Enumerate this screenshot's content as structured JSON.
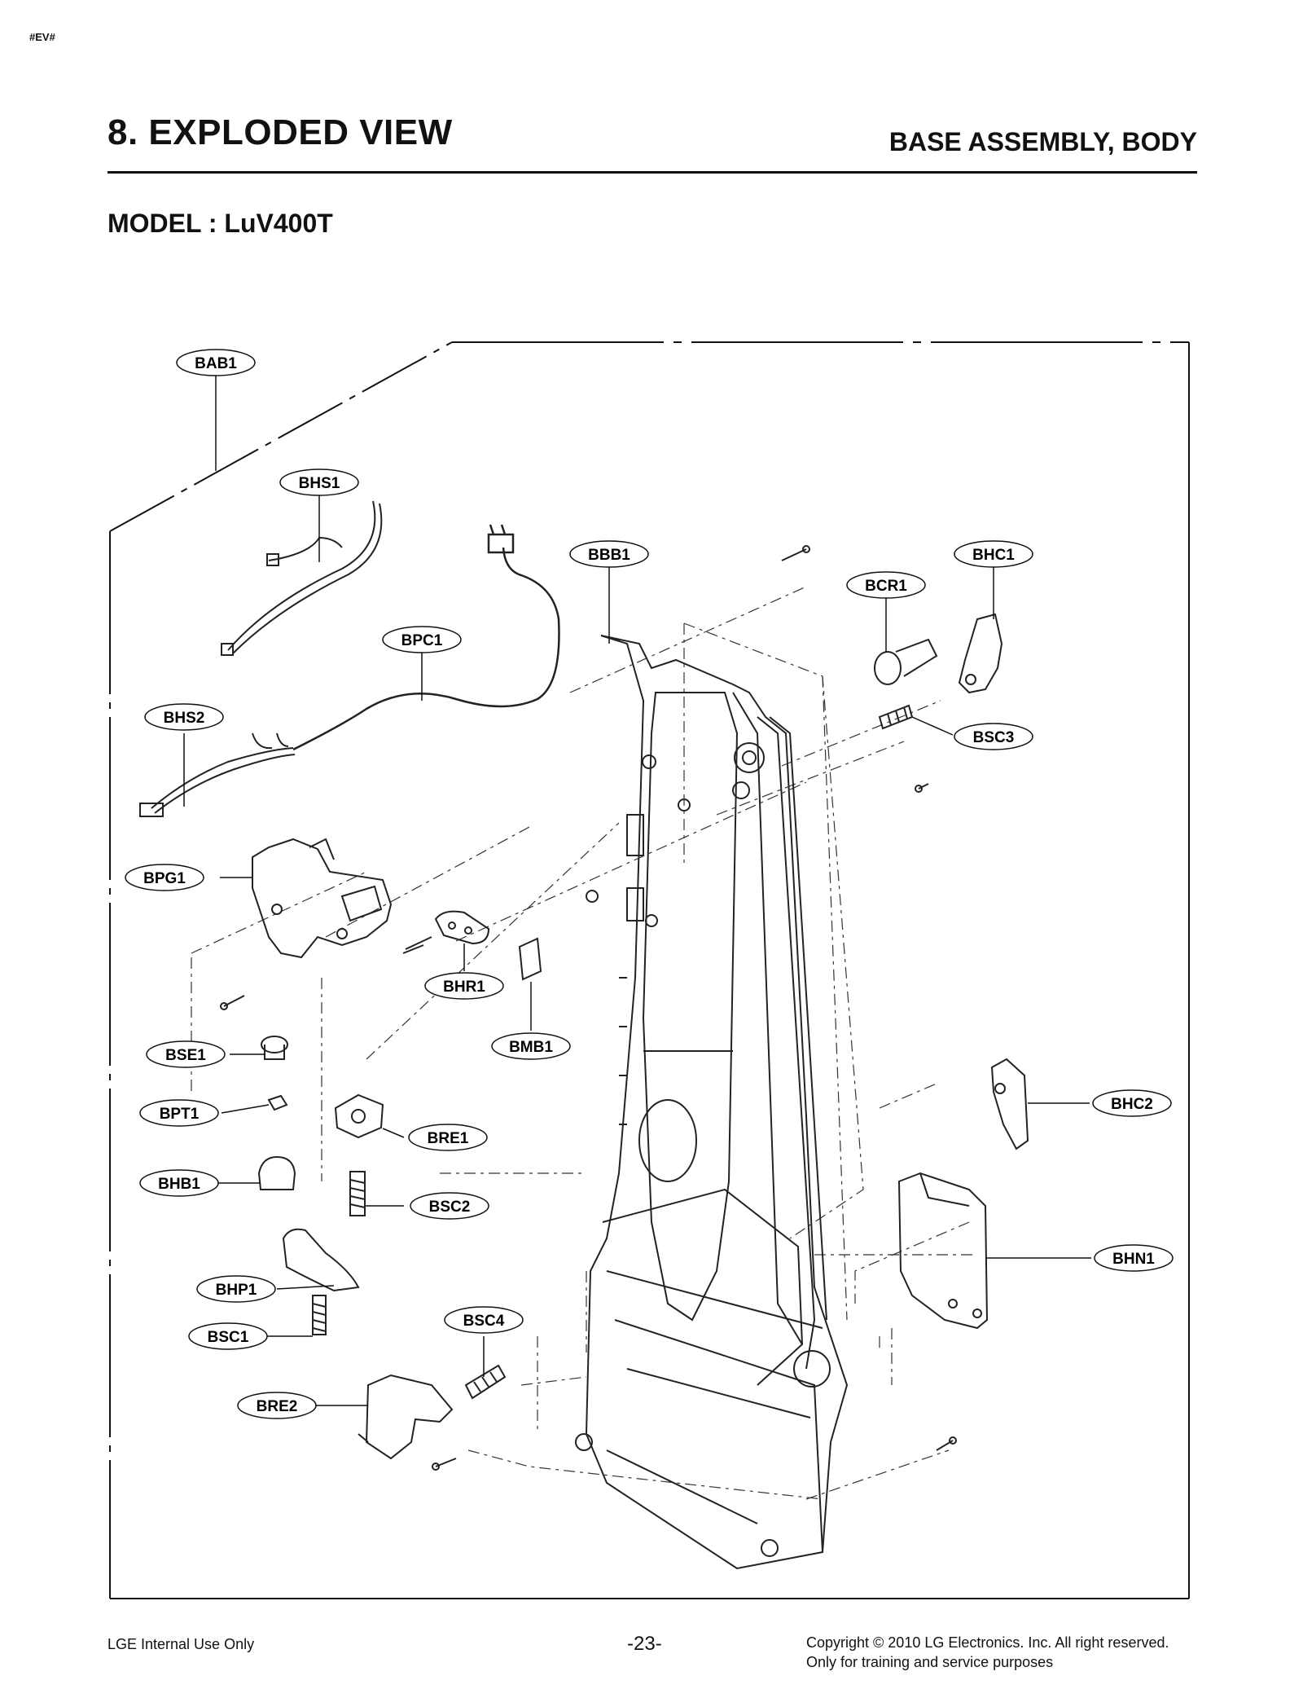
{
  "header": {
    "tag": "#EV#",
    "title": "8. EXPLODED VIEW",
    "subtitle": "BASE ASSEMBLY, BODY",
    "model": "MODEL : LuV400T"
  },
  "labels": {
    "BAB1": "BAB1",
    "BHS1": "BHS1",
    "BBB1": "BBB1",
    "BHC1": "BHC1",
    "BCR1": "BCR1",
    "BPC1": "BPC1",
    "BHS2": "BHS2",
    "BSC3": "BSC3",
    "BPG1": "BPG1",
    "BHR1": "BHR1",
    "BMB1": "BMB1",
    "BSE1": "BSE1",
    "BPT1": "BPT1",
    "BRE1": "BRE1",
    "BHC2": "BHC2",
    "BHB1": "BHB1",
    "BSC2": "BSC2",
    "BHN1": "BHN1",
    "BHP1": "BHP1",
    "BSC4": "BSC4",
    "BSC1": "BSC1",
    "BRE2": "BRE2"
  },
  "footer": {
    "left": "LGE Internal Use Only",
    "page": "-23-",
    "copyright": "Copyright © 2010 LG Electronics. Inc. All right reserved.",
    "purpose": "Only for training and service purposes"
  }
}
